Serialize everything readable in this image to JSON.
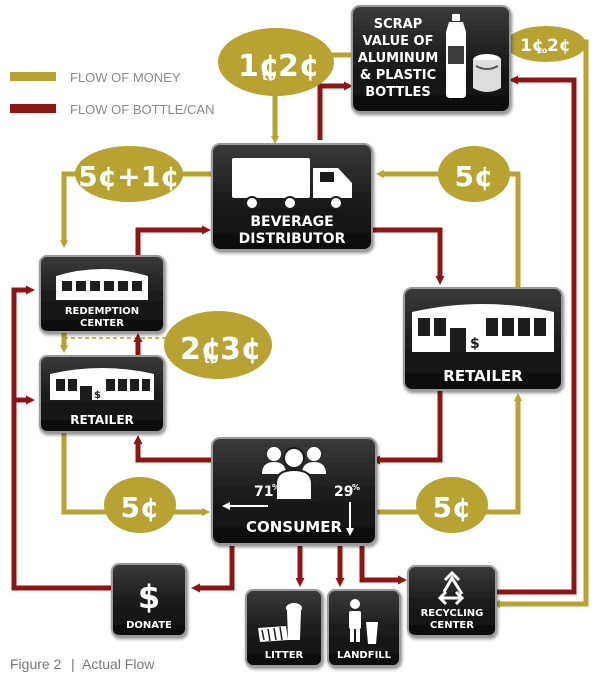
{
  "legend": {
    "money_label": "FLOW OF MONEY",
    "bottle_label": "FLOW OF BOTTLE/CAN"
  },
  "colors": {
    "money": "#b7a232",
    "bottle": "#8c1515",
    "box": "#1c1c1c",
    "oval": "#b7a232"
  },
  "nodes": {
    "scrap": {
      "line1": "SCRAP",
      "line2": "VALUE OF",
      "line3": "ALUMINUM",
      "line4": "& PLASTIC",
      "line5": "BOTTLES"
    },
    "distributor": {
      "line1": "BEVERAGE",
      "line2": "DISTRIBUTOR"
    },
    "redemption": {
      "line1": "REDEMPTION",
      "line2": "CENTER"
    },
    "retailer_left": {
      "label": "RETAILER"
    },
    "retailer_right": {
      "label": "RETAILER"
    },
    "consumer": {
      "label": "CONSUMER"
    },
    "donate": {
      "label": "DONATE"
    },
    "litter": {
      "label": "LITTER"
    },
    "landfill": {
      "label": "LANDFILL"
    },
    "recycling": {
      "line1": "RECYCLING",
      "line2": "CENTER"
    }
  },
  "amounts": {
    "scrap_to_distributor": {
      "a": "1¢",
      "to": "to",
      "b": "2¢"
    },
    "recycling_to_scrap": {
      "a": "1¢",
      "to": "to",
      "b": "2¢"
    },
    "distributor_to_redemption": "5¢+1¢",
    "retailer_to_distributor": "5¢",
    "redemption_to_retailer": {
      "a": "2¢",
      "to": "to",
      "b": "3¢"
    },
    "retailer_to_consumer": "5¢",
    "consumer_to_retailer": "5¢"
  },
  "consumer_split": {
    "left_value": "71",
    "left_unit": "%",
    "right_value": "29",
    "right_unit": "%"
  },
  "caption": {
    "figure": "Figure 2",
    "separator": "|",
    "title": "Actual Flow"
  }
}
